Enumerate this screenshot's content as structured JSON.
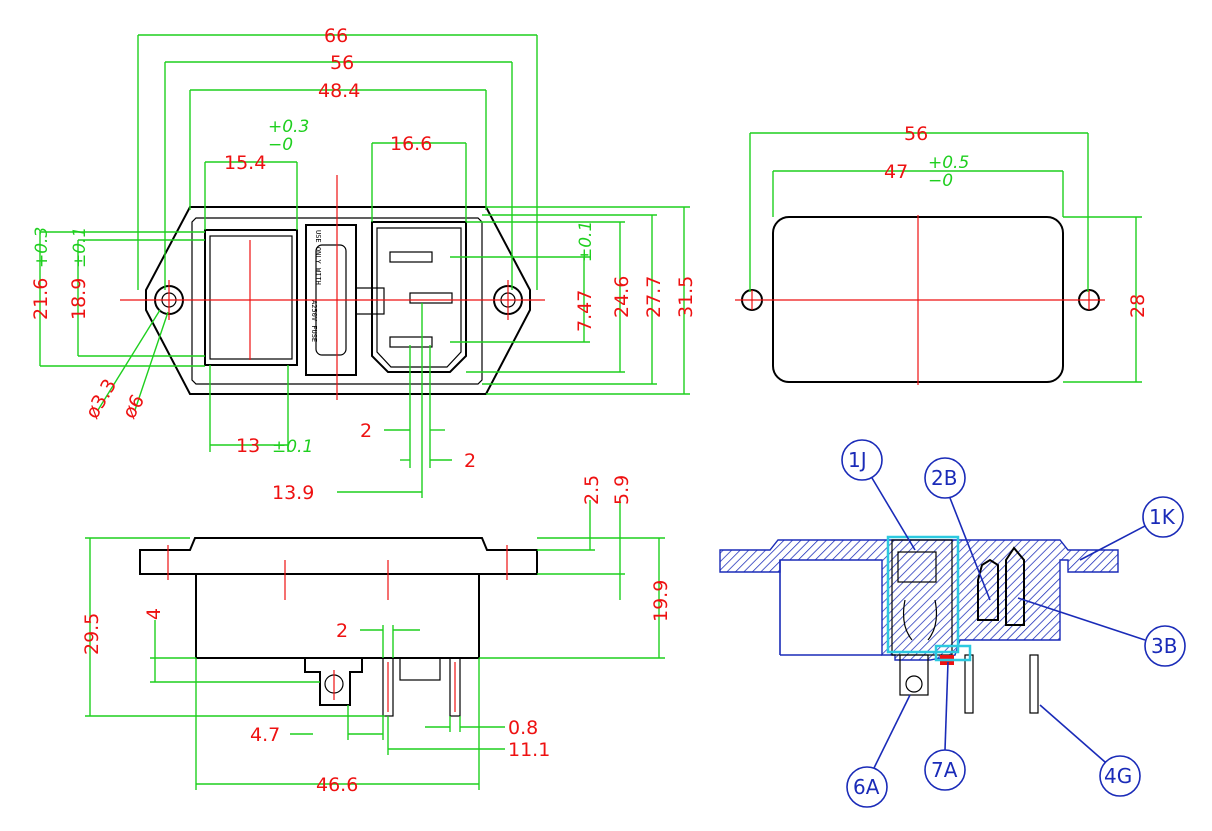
{
  "front_view": {
    "dims": {
      "w66": "66",
      "w56": "56",
      "w48_4": "48.4",
      "w16_6": "16.6",
      "w15_4": "15.4",
      "tol_top_plus": "+0.3",
      "tol_top_minus": "−0",
      "h21_6": "21.6",
      "tol_h21_6": "+0.3",
      "h18_9": "18.9",
      "tol_h18_9": "±0.1",
      "h7_47": "7.47",
      "tol_h7_47": "±0.1",
      "h24_6": "24.6",
      "h27_7": "27.7",
      "h31_5": "31.5",
      "hole_3_3": "ø3.3",
      "hole_6": "ø6",
      "w13": "13",
      "tol_w13": "±0.1",
      "pin2a": "2",
      "pin2b": "2",
      "w13_9": "13.9"
    },
    "fuse_label": [
      "USE ONLY WITH",
      "A250V FUSE"
    ]
  },
  "cutout_view": {
    "dims": {
      "w56": "56",
      "w47": "47",
      "tol_plus": "+0.5",
      "tol_minus": "−0",
      "h28": "28"
    }
  },
  "side_view": {
    "dims": {
      "d2_5": "2.5",
      "d5_9": "5.9",
      "h19_9": "19.9",
      "h29_5": "29.5",
      "h4": "4",
      "w2": "2",
      "w4_7": "4.7",
      "w0_8": "0.8",
      "w11_1": "11.1",
      "w46_6": "46.6"
    }
  },
  "section_view": {
    "callouts": [
      "1J",
      "2B",
      "1K",
      "3B",
      "6A",
      "7A",
      "4G"
    ]
  },
  "colors": {
    "dimension_line": "#1fcf1f",
    "dimension_text": "#e11111",
    "callout": "#1a2bb8",
    "highlight": "#2cc9e0"
  }
}
